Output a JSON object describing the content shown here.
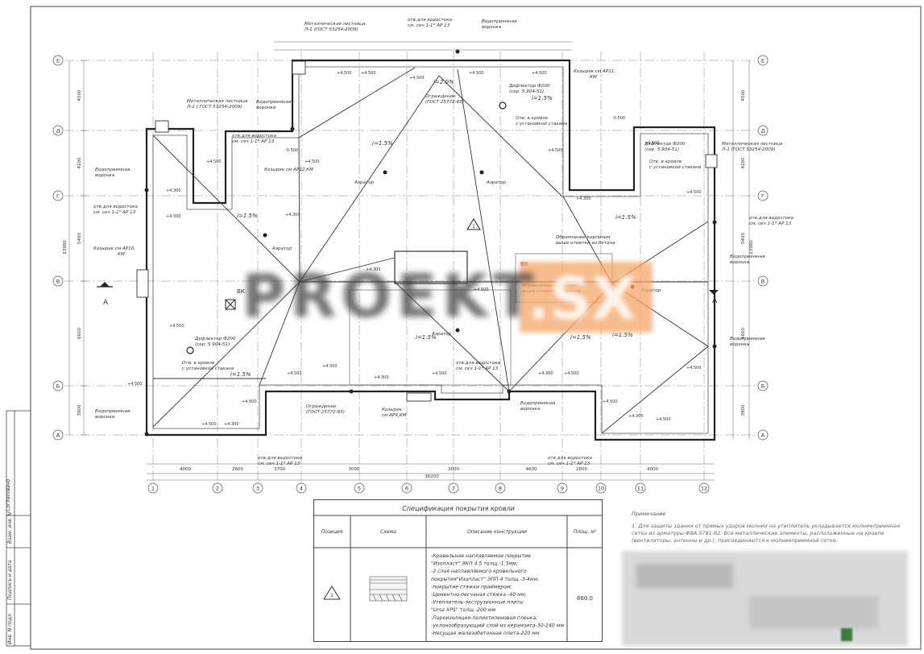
{
  "watermark": {
    "brand": "PROEKT",
    "suffix": ".SX"
  },
  "axes": {
    "columns": [
      "1",
      "2",
      "3",
      "4",
      "5",
      "6",
      "7",
      "8",
      "9",
      "10",
      "11",
      "12"
    ],
    "rows": [
      "Е",
      "Д",
      "Г",
      "В",
      "Б",
      "А"
    ]
  },
  "bottom_dims": [
    "4000",
    "2600",
    "3700",
    "3000",
    "3000",
    "4600",
    "2600",
    "4000"
  ],
  "bottom_total": "36200",
  "left_dims": [
    "4500",
    "4200",
    "5400",
    "6600",
    "3900"
  ],
  "left_total": "23980",
  "callouts": {
    "ladder_top": "Металлическая лестница",
    "ladder_top_ref": "Л-1 (ГОСТ 53254-2009)",
    "ladder_left": "Металлическая лестница",
    "ladder_left_ref": "Л-1 ( ГОСТ 53254-2009)",
    "ladder_right": "Металлическая лестница",
    "ladder_right_ref": "Л-1 (ГОСТ 53254-2009)",
    "drain_top": "отв.для водостока",
    "drain_top_ref": "см. сеч 1-1* АР 13",
    "funnel": "Водоприемная",
    "funnel2": "воронка",
    "canopy_right": "Козырек см АР11,",
    "canopy_right2": "КМ",
    "canopy_left": "Козырек см АР10,",
    "canopy_left2": "КМ",
    "canopy_mid": "Козырек см АР12,КМ",
    "canopy_bottom": "Козырек",
    "canopy_bottom2": "см АР9,КМ",
    "fence": "Ограждение",
    "fence_ref": "(ГОСТ 25772-83)",
    "aerator": "Аэратор",
    "deflector": "Дефлектор Ф200",
    "deflector_ref": "(сер. 5.904-51)",
    "hole": "Отв. в кровле",
    "hole2": "с установкой стакана",
    "slope1": "i=1.5%",
    "slope2": "i=2.0%",
    "lift_note": "Обрамление кирпичом",
    "lift_note2": "выше отметки из бетона",
    "section_mark": "А",
    "pos_mark": "1",
    "vk": "ВК",
    "el_4500": "+4.500",
    "el_4300": "+4.300",
    "el_0500": "-0.500"
  },
  "spec": {
    "title": "Спецификация покрытия кровли",
    "headers": [
      "Позиция",
      "Схема",
      "Описание конструкции",
      "Площ. м²"
    ],
    "position": "1",
    "area": "660.0",
    "layers": [
      "-Кровельное наплавляемое покрытие",
      "\"Изопласт\" ЭКП 4.5 толщ.-1.5мм;",
      "-2 слоя наплавляемого кровельного",
      "покрытия\"Изопласт\" ЭПП 4 толщ.-3-4мм;",
      "-покрытие стяжки праймером;",
      "-Цементно-песчаная стяжка -40 мм;",
      "-Утеплитель-экструзионные плиты",
      "\"Ursa XPS\" толщ.-200 мм",
      "-Пароизоляция-полиэтиленовая пленка;",
      "-уклонообразующий слой из керамзита-30-240 мм",
      "-Несущая железобетонная плита-220 мм"
    ]
  },
  "notes": {
    "title": "Примечание",
    "text": "1. Для защиты здания от прямых ударов молнии на утеплитель укладывается молниеприемная сетка из арматуры Ф8А 5781-82. Все металлические элементы, расположенные на кровле (вентиляторы, антенны и др.), присоединяются к молниеприемной сетке."
  },
  "stamp": {
    "fields": [
      "Согласовано",
      "Взам. инв. N",
      "Подпись и дата",
      "Инв. N подл."
    ]
  }
}
